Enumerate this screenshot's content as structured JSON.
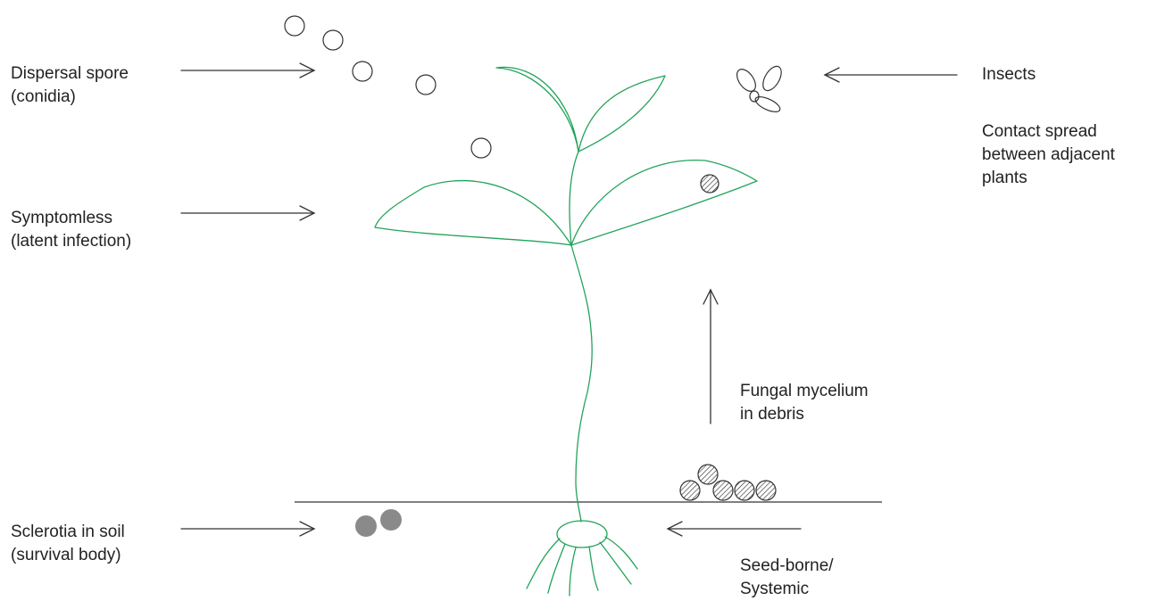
{
  "labels": {
    "dispersal": [
      "Dispersal spore",
      "(conidia)"
    ],
    "symptomless": [
      "Symptomless",
      "(latent infection)"
    ],
    "sclerotia": [
      "Sclerotia in soil",
      "(survival body)"
    ],
    "insects": [
      "Insects"
    ],
    "contact": [
      "Contact spread",
      "between adjacent",
      "plants"
    ],
    "mycelium": [
      "Fungal mycelium",
      "in debris"
    ],
    "seedborne": [
      "Seed-borne/",
      "Systemic"
    ]
  },
  "colors": {
    "plant": "#22a35a",
    "line": "#333333",
    "text": "#222222",
    "sclerotia": "#8a8a8a"
  }
}
